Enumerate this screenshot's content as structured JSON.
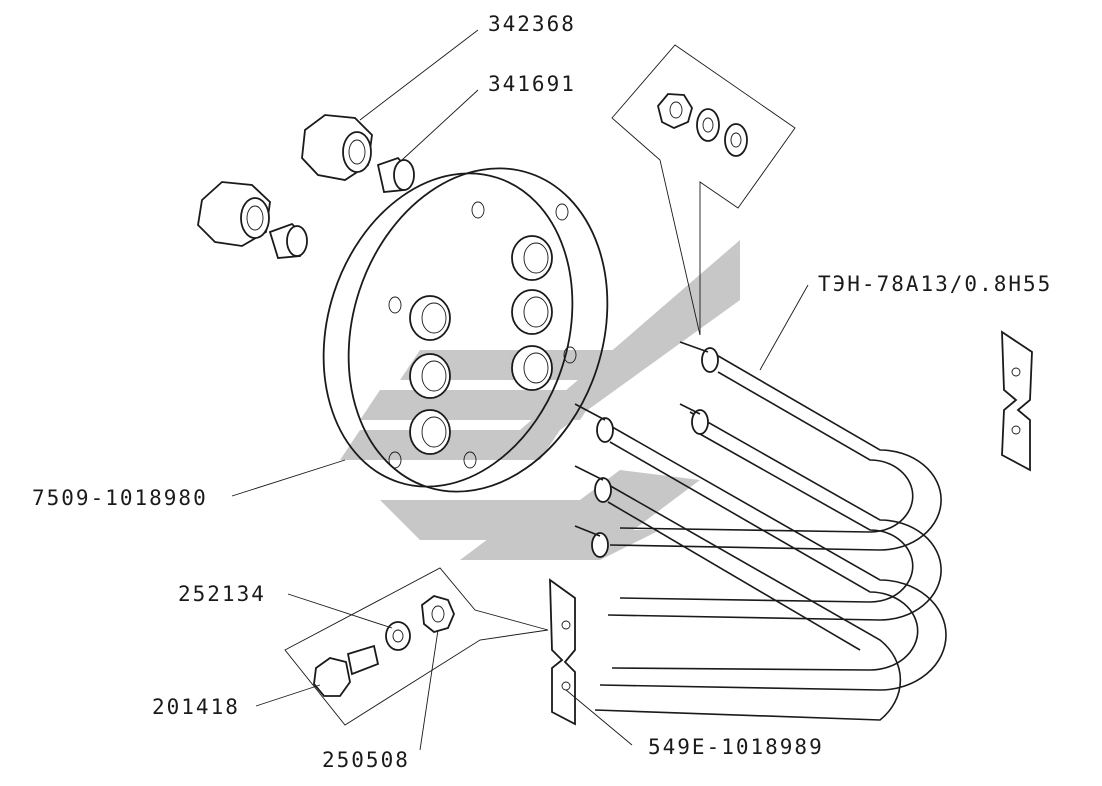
{
  "colors": {
    "line": "#1a1a1a",
    "watermark": "#b8b8b8",
    "background": "#ffffff"
  },
  "labels": {
    "nut_342368": "342368",
    "sleeve_341691": "341691",
    "flange_plate": "7509-1018980",
    "heater_element": "ТЭН-78А13/0.8Н55",
    "washer_252134": "252134",
    "bolt_201418": "201418",
    "nut_250508": "250508",
    "clamp_bracket": "549Е-1018989"
  },
  "watermark": {
    "logo": "МАЗ"
  }
}
